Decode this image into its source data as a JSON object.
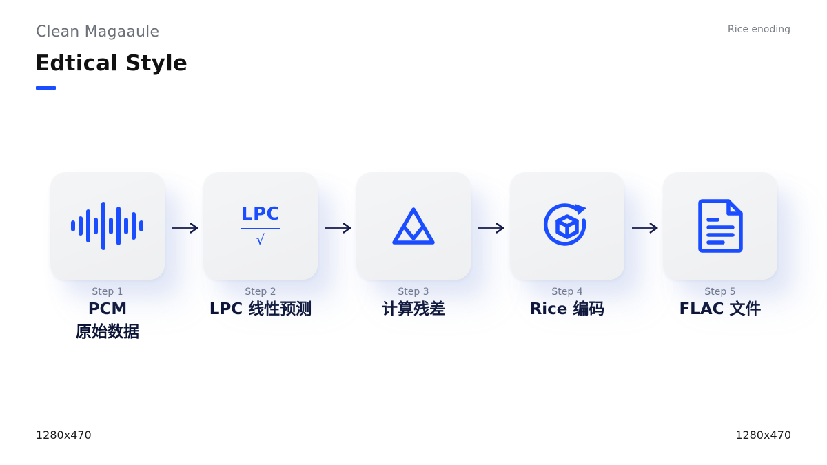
{
  "header": {
    "subtitle": "Clean Magaaule",
    "title": "Edtical Style",
    "accent_color": "#1a4dff",
    "top_right_label": "Rice enoding"
  },
  "steps": [
    {
      "number": "Step 1",
      "name_line1": "PCM",
      "name_line2": "原始数据",
      "icon": "waveform-icon"
    },
    {
      "number": "Step 2",
      "name_line1": "LPC 线性预测",
      "name_line2": "",
      "icon": "lpc-fraction-icon",
      "icon_text": "LPC",
      "icon_subtext": "√"
    },
    {
      "number": "Step 3",
      "name_line1": "计算残差",
      "name_line2": "",
      "icon": "triangle-residual-icon"
    },
    {
      "number": "Step 4",
      "name_line1": "Rice 编码",
      "name_line2": "",
      "icon": "cube-refresh-icon"
    },
    {
      "number": "Step 5",
      "name_line1": "FLAC 文件",
      "name_line2": "",
      "icon": "document-icon"
    }
  ],
  "connectors": [
    "arrow-right-icon",
    "arrow-right-icon",
    "arrow-right-icon",
    "arrow-right-icon"
  ],
  "footer": {
    "left_label": "1280x470",
    "right_label": "1280x470"
  },
  "colors": {
    "icon_blue": "#1a4dff",
    "heading_navy": "#0c1436",
    "arrow_navy": "#141a4a",
    "tile_bg": "#f0f1f3"
  }
}
